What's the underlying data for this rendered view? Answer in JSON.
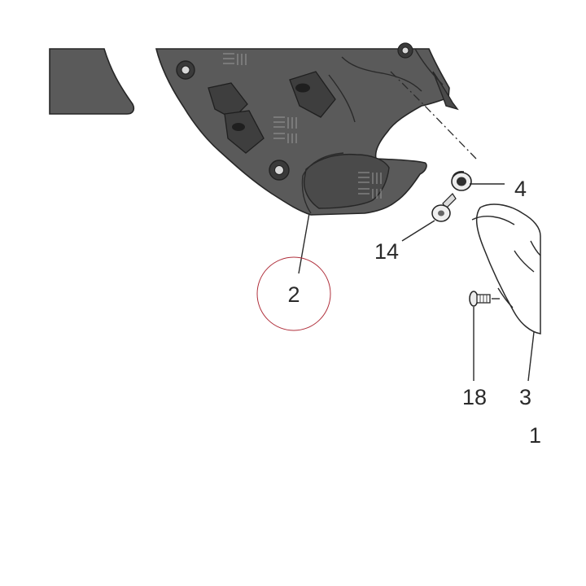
{
  "diagram": {
    "callouts": [
      {
        "id": "part-2",
        "label": "2"
      },
      {
        "id": "part-4",
        "label": "4"
      },
      {
        "id": "part-14",
        "label": "14"
      },
      {
        "id": "part-18",
        "label": "18"
      },
      {
        "id": "part-3",
        "label": "3"
      },
      {
        "id": "part-1",
        "label": "1"
      }
    ],
    "colors": {
      "part_fill": "#5a5a5a",
      "outline": "#262626",
      "highlight_circle": "#b0303c"
    }
  }
}
